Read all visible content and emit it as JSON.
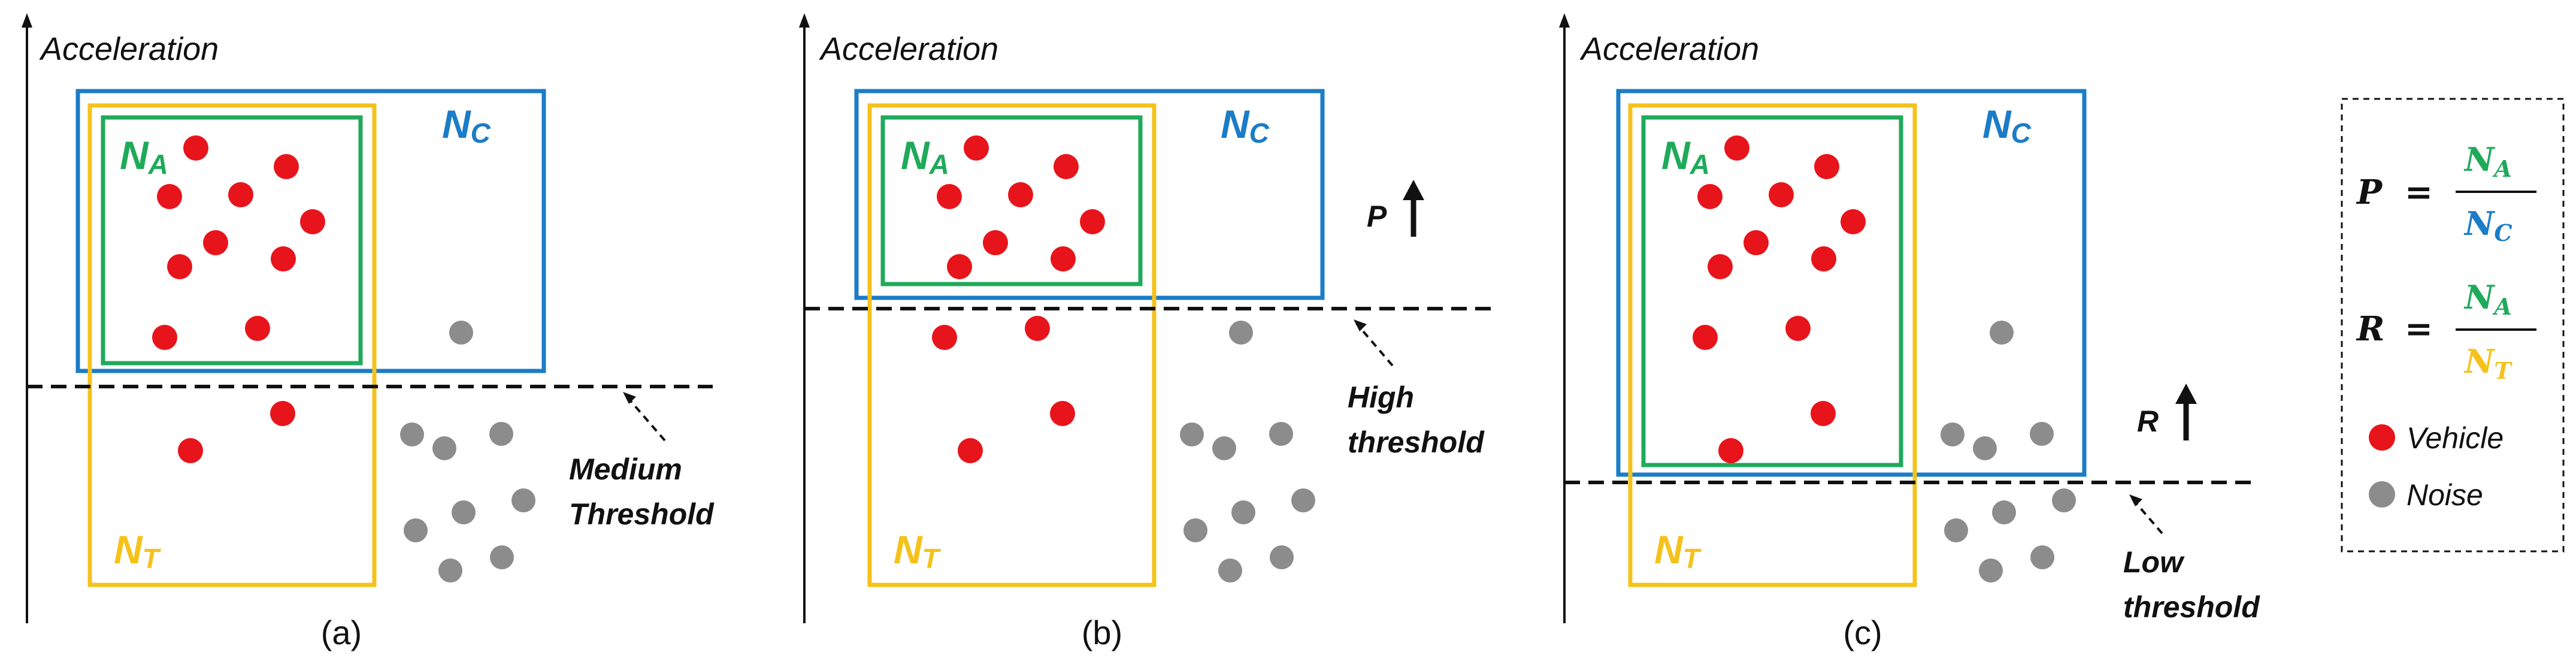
{
  "colors": {
    "vehicle": "#e8141b",
    "noise": "#8c8c8c",
    "n_a": "#1faa5a",
    "n_c": "#1b7cc8",
    "n_t": "#f5c21b",
    "ink": "#111111"
  },
  "panels": [
    {
      "axis_label": "Acceleration",
      "caption": "(a)",
      "threshold_label": [
        "Medium",
        "Threshold"
      ],
      "indicator": "",
      "n_a": {
        "main": "N",
        "sub": "A"
      },
      "n_c": {
        "main": "N",
        "sub": "C"
      },
      "n_t": {
        "main": "N",
        "sub": "T"
      }
    },
    {
      "axis_label": "Acceleration",
      "caption": "(b)",
      "threshold_label": [
        "High",
        "threshold"
      ],
      "indicator": "P",
      "n_a": {
        "main": "N",
        "sub": "A"
      },
      "n_c": {
        "main": "N",
        "sub": "C"
      },
      "n_t": {
        "main": "N",
        "sub": "T"
      }
    },
    {
      "axis_label": "Acceleration",
      "caption": "(c)",
      "threshold_label": [
        "Low",
        "threshold"
      ],
      "indicator": "R",
      "n_a": {
        "main": "N",
        "sub": "A"
      },
      "n_c": {
        "main": "N",
        "sub": "C"
      },
      "n_t": {
        "main": "N",
        "sub": "T"
      }
    }
  ],
  "legend": {
    "precision": {
      "lhs": "P",
      "eq": "=",
      "num": "N",
      "num_sub": "A",
      "den": "N",
      "den_sub": "C"
    },
    "recall": {
      "lhs": "R",
      "eq": "=",
      "num": "N",
      "num_sub": "A",
      "den": "N",
      "den_sub": "T"
    },
    "vehicle_label": "Vehicle",
    "noise_label": "Noise"
  }
}
